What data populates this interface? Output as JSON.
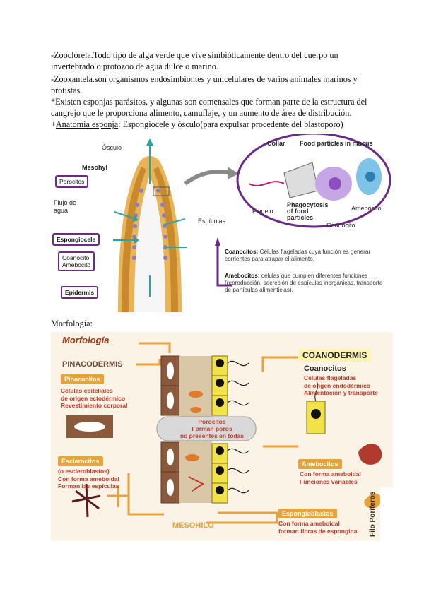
{
  "text": {
    "p1": "-Zooclorela.Todo tipo de alga verde que vive simbióticamente dentro del cuerpo un invertebrado o protozoo de agua dulce o marino.",
    "p2": "-Zooxantela.son organismos endosimbiontes y unicelulares de varios animales marinos y protistas.",
    "p3": "*Existen esponjas parásitos, y algunas son comensales que forman parte de la estructura del cangrejo que le proporciona alimento, camuflaje, y un aumento de área de distribución.",
    "p4_prefix": "+",
    "p4_link": "Anatomía esponja",
    "p4_rest": ": Espongiocele y ósculo(para expulsar procedente del blastoporo)",
    "morfologia": "Morfología:"
  },
  "fig1": {
    "osculo": "Ósculo",
    "mesohyl": "Mesohyl",
    "porocitos": "Porocitos",
    "flujo": "Flujo de",
    "agua": "agua",
    "espongiocele": "Espongiocele",
    "coanocito": "Coanocito",
    "amebocito": "Amebocito",
    "epidermis": "Epidermis",
    "espiculas": "Espículas",
    "collar": "Collar",
    "food_particles": "Food particles in mucus",
    "flagelo": "Flagelo",
    "phago1": "Phagocytosis",
    "phago2": "of food",
    "phago3": "particles",
    "amebocito_zoom": "Amebocito",
    "coanocito_zoom": "Coanocito",
    "desc_coano_bold": "Coanocitos:",
    "desc_coano": " Células flageladas cuya función es generar corrientes para atrapar el alimento.",
    "desc_ameb_bold": "Amebocitos:",
    "desc_ameb": " células que cumplen diferentes funciones (reproducción, secreción de espículas inorgánicas, transporte de partículas alimenticias)."
  },
  "fig2": {
    "title": "Morfología",
    "pinacodermis": "PINACODERMIS",
    "pinacocitos": "Pinacocitos",
    "pin_d1": "Células epiteliales",
    "pin_d2": "de origen ectodérmico",
    "pin_d3": "Revestimiento corporal",
    "coanodermis": "COANODERMIS",
    "coanocitos": "Coanocitos",
    "coa_d1": "Células flageladas",
    "coa_d2": "de origen endodérmico",
    "coa_d3": "Alimentación y transporte",
    "porocitos": "Porocitos",
    "por_d1": "Forman poros",
    "por_d2": "no presentes en todas",
    "esclerocitos": "Esclerocitos",
    "esc_d1": "(o escleroblastos)",
    "esc_d2": "Con forma ameboidal",
    "esc_d3": "Forman las espículas",
    "amebocitos": "Amebocitos",
    "ame_d1": "Con forma ameboidal",
    "ame_d2": "Funciones variables",
    "espongioblastos": "Espongioblastos",
    "esp_d1": "Con forma ameboidal",
    "esp_d2": "forman fibras de espongina.",
    "mesohilo": "MESOHILO",
    "filo": "Filo Poríferos"
  }
}
